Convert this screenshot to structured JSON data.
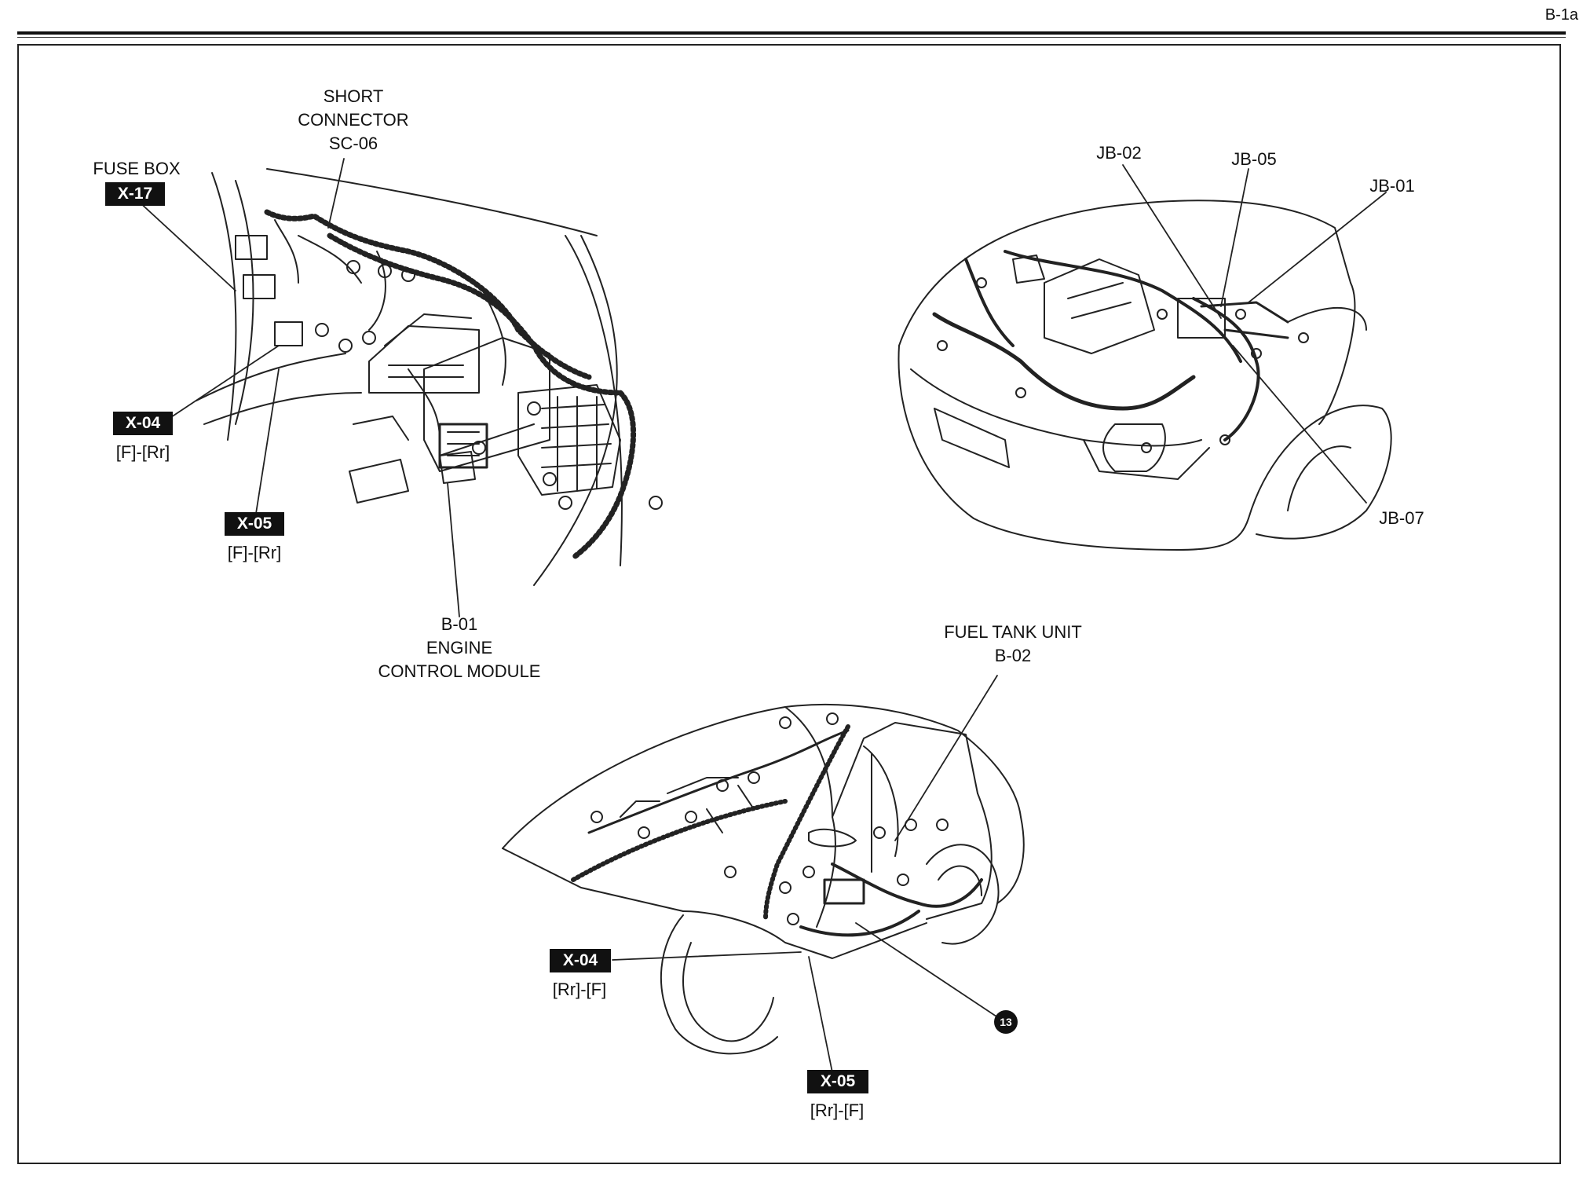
{
  "page_code": "B-1a",
  "engine_bay": {
    "short_connector": [
      "SHORT",
      "CONNECTOR",
      "SC-06"
    ],
    "fuse_box": {
      "label": "FUSE BOX",
      "tag": "X-17"
    },
    "x04": {
      "tag": "X-04",
      "sub": "[F]-[Rr]"
    },
    "x05": {
      "tag": "X-05",
      "sub": "[F]-[Rr]"
    },
    "ecm": [
      "B-01",
      "ENGINE",
      "CONTROL MODULE"
    ]
  },
  "front_view": {
    "jb02": "JB-02",
    "jb05": "JB-05",
    "jb01": "JB-01",
    "jb07": "JB-07"
  },
  "car_view": {
    "fuel_tank": [
      "FUEL TANK UNIT",
      "B-02"
    ],
    "x04": {
      "tag": "X-04",
      "sub": "[Rr]-[F]"
    },
    "x05": {
      "tag": "X-05",
      "sub": "[Rr]-[F]"
    },
    "ground_marker": "13"
  }
}
